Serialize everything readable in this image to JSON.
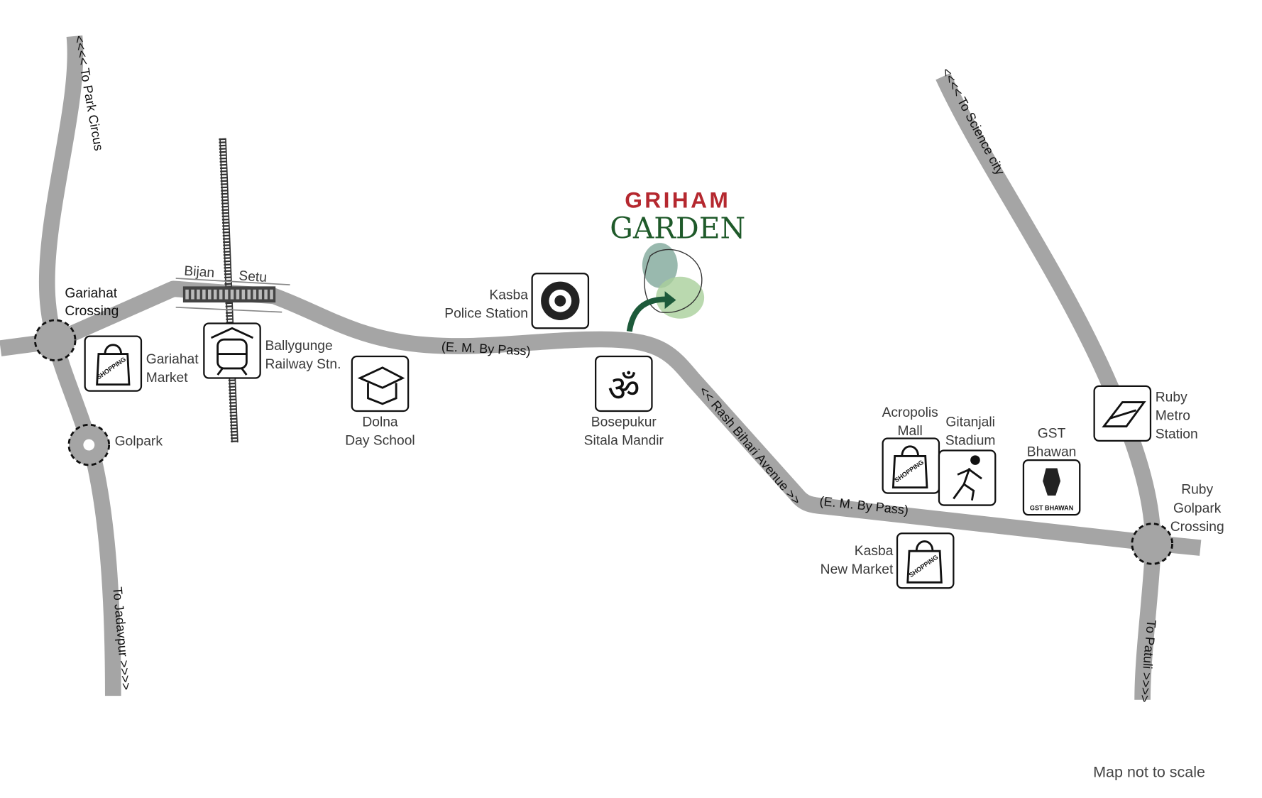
{
  "project": {
    "name_line1": "GRIHAM",
    "name_line2": "GARDEN"
  },
  "roads": {
    "to_park_circus": "<<<< To Park Circus",
    "to_jadavpur": "To Jadavpur >>>>",
    "to_science_city": "<<<< To Science city",
    "to_patuli": "To Patuli >>>>",
    "em_bypass_1": "(E. M. By Pass)",
    "em_bypass_2": "(E. M. By Pass)",
    "rash_bihari": "<< Rash Bihari Avenue >>",
    "bridge_1": "Bijan",
    "bridge_2": "Setu"
  },
  "landmarks": {
    "gariahat_crossing": [
      "Gariahat",
      "Crossing"
    ],
    "gariahat_market": [
      "Gariahat",
      "Market"
    ],
    "golpark": "Golpark",
    "ballygunge": [
      "Ballygunge",
      "Railway  Stn."
    ],
    "dolna": [
      "Dolna",
      "Day School"
    ],
    "kasba_police": [
      "Kasba",
      "Police Station"
    ],
    "bosepukur": [
      "Bosepukur",
      "Sitala Mandir"
    ],
    "acropolis": [
      "Acropolis",
      "Mall"
    ],
    "gitanjali": [
      "Gitanjali",
      "Stadium"
    ],
    "gst": [
      "GST",
      "Bhawan"
    ],
    "gst_emblem_text": "GST BHAWAN",
    "kasba_new_market": [
      "Kasba",
      "New Market"
    ],
    "ruby_metro": [
      "Ruby",
      "Metro",
      "Station"
    ],
    "ruby_golpark": [
      "Ruby",
      "Golpark",
      "Crossing"
    ],
    "shopping_tag": "SHOPPING"
  },
  "note": "Map not to scale",
  "colors": {
    "road": "#a5a5a5",
    "brand_red": "#b5282f",
    "brand_green": "#1f5a2a"
  }
}
